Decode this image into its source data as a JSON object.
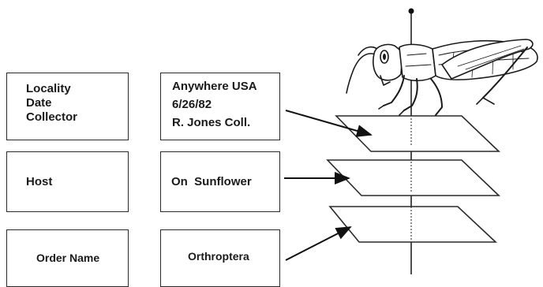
{
  "left_labels": {
    "box1": [
      "Locality",
      "Date",
      "Collector"
    ],
    "box2": "Host",
    "box3": "Order Name"
  },
  "sample_labels": {
    "box1": [
      "Anywhere USA",
      "6/26/82",
      "R. Jones Coll."
    ],
    "box2": "On  Sunflower",
    "box3": "Orthroptera"
  },
  "illustration": {
    "specimen": "grasshopper-icon",
    "pin": "insect-pin-icon"
  }
}
